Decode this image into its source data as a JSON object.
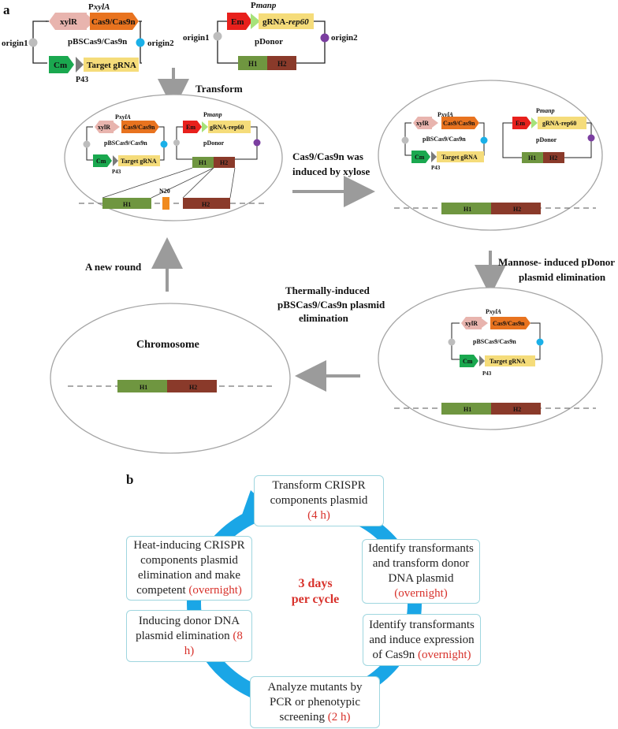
{
  "panel_a": {
    "label": "a",
    "top_left_plasmid": {
      "promoter_label": "PxylA",
      "promoter_prefix": "P",
      "promoter_italic": "xylA",
      "gene_xylr": "xylR",
      "gene_cas9": "Cas9/Cas9n",
      "name": "pBSCas9/Cas9n",
      "origin1": "origin1",
      "origin2": "origin2",
      "gene_cm": "Cm",
      "gene_target": "Target gRNA",
      "p43": "P43"
    },
    "top_right_plasmid": {
      "promoter_prefix": "P",
      "promoter_italic": "manp",
      "gene_em": "Em",
      "grna_prefix": "gRNA-",
      "grna_italic": "rep60",
      "grna_plain": "gRNA-rep60",
      "name": "pDonor",
      "origin1": "origin1",
      "origin2": "origin2",
      "h1": "H1",
      "h2": "H2"
    },
    "n20": "N20",
    "step_transform": "Transform",
    "step_cas9_line1": "Cas9/Cas9n was",
    "step_cas9_line2": "induced by xylose",
    "step_mannose_line1": "Mannose- induced pDonor",
    "step_mannose_line2": "plasmid elimination",
    "step_thermal_line1": "Thermally-induced",
    "step_thermal_line2": "pBSCas9/Cas9n plasmid",
    "step_thermal_line3": "elimination",
    "step_new_round": "A new round",
    "chromosome": "Chromosome"
  },
  "panel_b": {
    "label": "b",
    "center_line1": "3 days",
    "center_line2": "per cycle",
    "box1": {
      "text": "Transform CRISPR components plasmid",
      "time": "(4 h)"
    },
    "box2": {
      "text": "Identify transformants and transform donor DNA plasmid",
      "time": "(overnight)"
    },
    "box3": {
      "text": "Identify transformants and induce expression of Cas9n",
      "time": "(overnight)"
    },
    "box4": {
      "text": "Analyze mutants by PCR or phenotypic screening",
      "time": "(2 h)"
    },
    "box5": {
      "text": "Inducing donor DNA plasmid elimination",
      "time": "(8 h)"
    },
    "box6": {
      "text": "Heat-inducing CRISPR components plasmid elimination and make competent",
      "time": "(overnight)"
    }
  },
  "colors": {
    "xylr": "#e8b4ae",
    "cas9": "#e8731f",
    "cm": "#1aa84f",
    "target": "#f5dc7a",
    "em": "#e8201c",
    "grna_arrow": "#a6e27a",
    "h1": "#6f9640",
    "h2": "#8a3a2a",
    "n20": "#f08a1e",
    "origin_grey": "#bdbdbd",
    "origin_blue": "#1ab0e8",
    "origin_purple": "#7b3ea0",
    "cycle_arrow": "#1aa6e6",
    "box_border": "#9fd6df",
    "time_red": "#d8322c"
  }
}
